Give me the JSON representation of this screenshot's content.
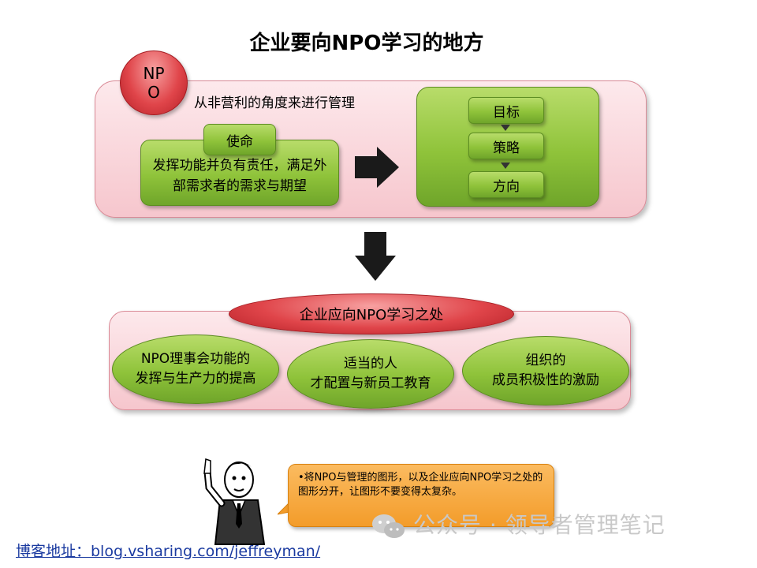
{
  "title": "企业要向NPO学习的地方",
  "npo_badge": "NPO",
  "subtitle": "从非营利的角度来进行管理",
  "mission": {
    "tab": "使命",
    "text": "发挥功能并负有责任，满足外部需求者的需求与期望"
  },
  "flow": [
    "目标",
    "策略",
    "方向"
  ],
  "lower": {
    "heading": "企业应向NPO学习之处",
    "items": [
      {
        "line1": "NPO理事会功能的",
        "line2": "发挥与生产力的提高"
      },
      {
        "line1": "适当的人",
        "line2": "才配置与新员工教育"
      },
      {
        "line1": "组织的",
        "line2": "成员积极性的激励"
      }
    ]
  },
  "note": "•将NPO与管理的图形，以及企业应向NPO学习之处的图形分开，让图形不要变得太复杂。",
  "watermark": "公众号 · 领导者管理笔记",
  "footer": "博客地址：blog.vsharing.com/jeffreyman/",
  "colors": {
    "panel": "#f6c6cd",
    "red": "#e0454a",
    "green": "#8fc33a",
    "note": "#f39c2a"
  }
}
